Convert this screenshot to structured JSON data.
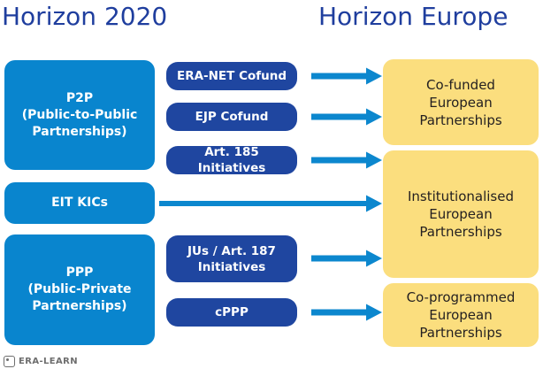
{
  "titles": {
    "left": "Horizon 2020",
    "right": "Horizon Europe"
  },
  "h2020_groups": [
    {
      "id": "p2p",
      "lines": [
        "P2P",
        "(Public-to-Public",
        "Partnerships)"
      ]
    },
    {
      "id": "eit-kics",
      "lines": [
        "EIT KICs"
      ]
    },
    {
      "id": "ppp",
      "lines": [
        "PPP",
        "(Public-Private",
        "Partnerships)"
      ]
    }
  ],
  "instruments": [
    {
      "id": "era-net-cofund",
      "lines": [
        "ERA-NET Cofund"
      ]
    },
    {
      "id": "ejp-cofund",
      "lines": [
        "EJP Cofund"
      ]
    },
    {
      "id": "art-185",
      "lines": [
        "Art. 185 Initiatives"
      ]
    },
    {
      "id": "jus-art-187",
      "lines": [
        "JUs / Art. 187",
        "Initiatives"
      ]
    },
    {
      "id": "cppp",
      "lines": [
        "cPPP"
      ]
    }
  ],
  "horizon_europe": [
    {
      "id": "co-funded",
      "lines": [
        "Co-funded",
        "European",
        "Partnerships"
      ]
    },
    {
      "id": "institutionalised",
      "lines": [
        "Institutionalised",
        "European",
        "Partnerships"
      ]
    },
    {
      "id": "co-programmed",
      "lines": [
        "Co-programmed",
        "European",
        "Partnerships"
      ]
    }
  ],
  "arrows": [
    {
      "id": "era-net-to-cofunded",
      "from": "era-net-cofund",
      "to": "co-funded"
    },
    {
      "id": "ejp-to-cofunded",
      "from": "ejp-cofund",
      "to": "co-funded"
    },
    {
      "id": "art185-to-institutionalised",
      "from": "art-185",
      "to": "institutionalised"
    },
    {
      "id": "eitkics-to-institutionalised",
      "from": "eit-kics",
      "to": "institutionalised"
    },
    {
      "id": "jus187-to-institutionalised",
      "from": "jus-art-187",
      "to": "institutionalised"
    },
    {
      "id": "cppp-to-coprogrammed",
      "from": "cppp",
      "to": "co-programmed"
    }
  ],
  "watermark": {
    "text": "ERA-LEARN",
    "symbol": "©"
  },
  "colors": {
    "title_blue": "#1F3E9E",
    "light_blue": "#0985CE",
    "dark_blue": "#1F46A0",
    "yellow": "#FBDE7E",
    "arrow_blue": "#0C87CE",
    "text_dark": "#231F20",
    "watermark_gray": "#6E6E6E",
    "background": "#FFFFFF"
  }
}
